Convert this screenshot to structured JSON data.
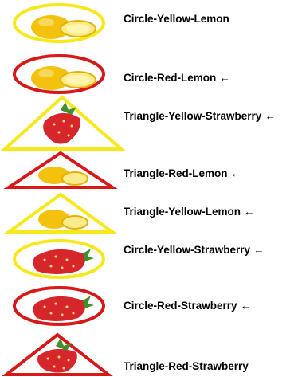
{
  "colors": {
    "yellow": "#f7e81c",
    "red": "#d81818",
    "lemon": "#f2c20e",
    "strawberry": "#d7262b"
  },
  "items": [
    {
      "label": "Circle-Yellow-Lemon",
      "arrow": "",
      "shape": "circle",
      "color": "yellow",
      "fruit": "lemon"
    },
    {
      "label": "Circle-Red-Lemon",
      "arrow": "←",
      "shape": "circle",
      "color": "red",
      "fruit": "lemon"
    },
    {
      "label": "Triangle-Yellow-Strawberry",
      "arrow": "←",
      "shape": "triangle",
      "color": "yellow",
      "fruit": "strawberry"
    },
    {
      "label": "Triangle-Red-Lemon",
      "arrow": "←",
      "shape": "triangle",
      "color": "red",
      "fruit": "lemon"
    },
    {
      "label": "Triangle-Yellow-Lemon",
      "arrow": "←",
      "shape": "triangle",
      "color": "yellow",
      "fruit": "lemon"
    },
    {
      "label": "Circle-Yellow-Strawberry",
      "arrow": "←",
      "shape": "circle",
      "color": "yellow",
      "fruit": "strawberry"
    },
    {
      "label": "Circle-Red-Strawberry",
      "arrow": "←",
      "shape": "circle",
      "color": "red",
      "fruit": "strawberry"
    },
    {
      "label": "Triangle-Red-Strawberry",
      "arrow": "",
      "shape": "triangle",
      "color": "red",
      "fruit": "strawberry"
    }
  ]
}
